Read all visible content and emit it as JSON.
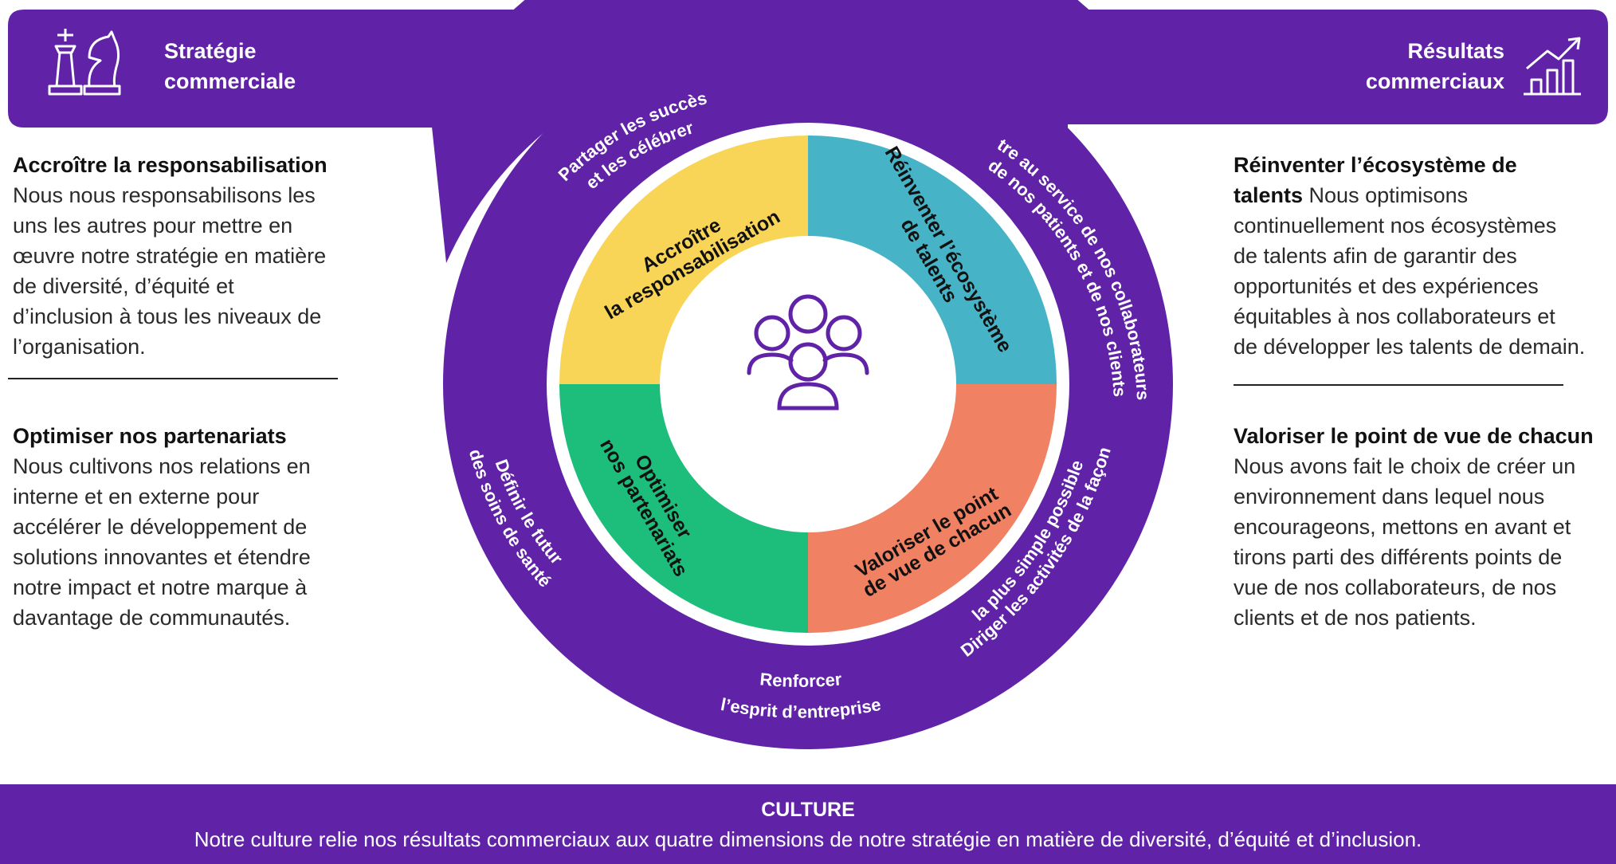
{
  "colors": {
    "purple": "#6022a6",
    "yellow": "#f8d556",
    "teal": "#47b3c7",
    "orange": "#f08163",
    "green": "#1dbd7c",
    "white": "#ffffff"
  },
  "top_left": {
    "icon": "chess-icon",
    "title_line1": "Stratégie",
    "title_line2": "commerciale"
  },
  "top_right": {
    "icon": "growth-chart-icon",
    "title_line1": "Résultats",
    "title_line2": "commerciaux"
  },
  "left_blocks": [
    {
      "heading": "Accroître la responsabilisation",
      "lines": [
        "Nous nous responsabilisons les",
        "uns les autres pour mettre en",
        "œuvre notre stratégie en matière",
        "de diversité, d’équité et",
        "d’inclusion à tous les niveaux de",
        "l’organisation."
      ]
    },
    {
      "heading": "Optimiser nos partenariats",
      "lines": [
        "Nous cultivons nos relations en",
        "interne et en externe pour",
        "accélérer le développement de",
        "solutions innovantes et étendre",
        "notre impact et notre marque à",
        "davantage de communautés."
      ]
    }
  ],
  "right_blocks": [
    {
      "heading": "Réinventer l’écosystème de",
      "heading_tail": "talents",
      "first_line_rest": " Nous optimisons",
      "lines": [
        "continuellement nos écosystèmes",
        "de talents afin de garantir des",
        "opportunités et des expériences",
        "équitables à nos collaborateurs et",
        "de développer les talents de demain."
      ]
    },
    {
      "heading": "Valoriser le point de vue de chacun",
      "lines": [
        "Nous avons fait le choix de créer un",
        "environnement dans lequel nous",
        "encourageons, mettons en avant et",
        "tirons parti des différents points de",
        "vue de nos collaborateurs, de nos",
        "clients et de nos patients."
      ]
    }
  ],
  "quadrants": {
    "top_left": [
      "Accroître",
      "la responsabilisation"
    ],
    "top_right": [
      "Réinventer l’écosystème",
      "de talents"
    ],
    "bottom_right": [
      "Valoriser le point",
      "de vue de chacun"
    ],
    "bottom_left": [
      "Optimiser",
      "nos partenariats"
    ]
  },
  "center_icon": "people-group-icon",
  "ring_labels": {
    "top": [
      "Partager les succès",
      "et les célébrer"
    ],
    "right": [
      "Être au service de nos collaborateurs,",
      "de nos patients et de nos clients"
    ],
    "bottom_right": [
      "Diriger les activités de la façon",
      "la plus simple possible"
    ],
    "bottom": [
      "Renforcer",
      "l’esprit d’entreprise"
    ],
    "left": [
      "Définir le futur",
      "des soins de santé"
    ]
  },
  "culture": {
    "title": "CULTURE",
    "description": "Notre culture relie nos résultats commerciaux aux quatre dimensions de notre stratégie en matière de diversité, d’équité et d’inclusion."
  }
}
